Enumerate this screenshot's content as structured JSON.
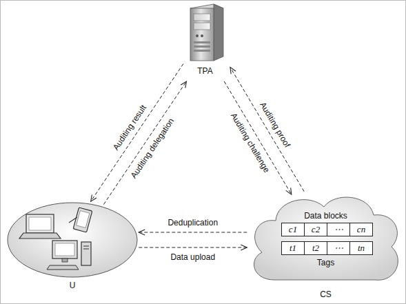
{
  "diagram": {
    "nodes": [
      {
        "text": [
          "TPA"
        ]
      },
      {
        "text": [
          "U"
        ]
      },
      {
        "text": [
          "Data blocks",
          "Tags",
          "CS"
        ]
      },
      {
        "text": [
          "c1"
        ],
        "in": 2
      },
      {
        "text": [
          "c2"
        ],
        "in": 2
      },
      {
        "text": [
          "⋯"
        ],
        "in": 2
      },
      {
        "text": [
          "cn"
        ],
        "in": 2
      },
      {
        "text": [
          "t1"
        ],
        "in": 2
      },
      {
        "text": [
          "t2"
        ],
        "in": 2
      },
      {
        "text": [
          "⋯"
        ],
        "in": 2
      },
      {
        "text": [
          "tn"
        ],
        "in": 2
      }
    ],
    "edges": [
      {
        "from": 0,
        "to": 1,
        "label": "Auditing result",
        "arrow": "to"
      },
      {
        "from": 1,
        "to": 0,
        "label": "Auditing delegation",
        "arrow": "to"
      },
      {
        "from": 0,
        "to": 2,
        "label": "Auditing challenge",
        "arrow": "to"
      },
      {
        "from": 2,
        "to": 0,
        "label": "Auditing proof",
        "arrow": "to"
      },
      {
        "from": 2,
        "to": 1,
        "label": "Deduplication",
        "arrow": "to"
      },
      {
        "from": 1,
        "to": 2,
        "label": "Data upload",
        "arrow": "to"
      }
    ]
  }
}
